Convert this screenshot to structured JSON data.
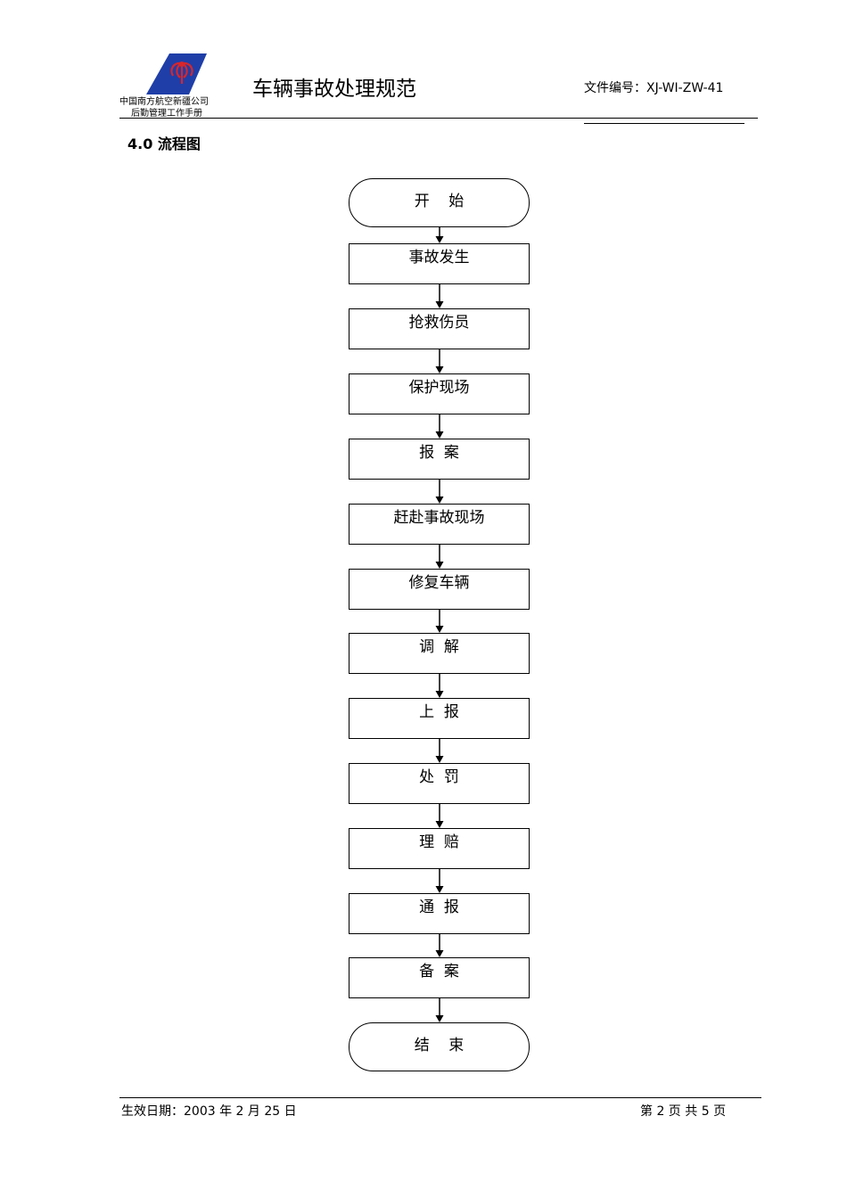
{
  "header": {
    "company_line1": "中国南方航空新疆公司",
    "company_line2": "后勤管理工作手册",
    "title": "车辆事故处理规范",
    "doc_number": "文件编号：XJ-WI-ZW-41",
    "logo_icon": "china-southern-kapok-logo"
  },
  "section_heading": "4.0 流程图",
  "flowchart": {
    "nodes": [
      {
        "label": "开    始",
        "shape": "terminal"
      },
      {
        "label": "事故发生",
        "shape": "process"
      },
      {
        "label": "抢救伤员",
        "shape": "process"
      },
      {
        "label": "保护现场",
        "shape": "process"
      },
      {
        "label": "报  案",
        "shape": "process"
      },
      {
        "label": "赶赴事故现场",
        "shape": "process"
      },
      {
        "label": "修复车辆",
        "shape": "process"
      },
      {
        "label": "调  解",
        "shape": "process"
      },
      {
        "label": "上  报",
        "shape": "process"
      },
      {
        "label": "处  罚",
        "shape": "process"
      },
      {
        "label": "理  赔",
        "shape": "process"
      },
      {
        "label": "通  报",
        "shape": "process"
      },
      {
        "label": "备  案",
        "shape": "process"
      },
      {
        "label": "结    束",
        "shape": "terminal"
      }
    ]
  },
  "footer": {
    "effective_date": "生效日期：2003 年 2 月 25 日",
    "page_info": "第 2 页 共 5 页"
  },
  "colors": {
    "logo_blue": "#1f3ea8",
    "logo_red": "#d8262b",
    "line": "#000000"
  }
}
